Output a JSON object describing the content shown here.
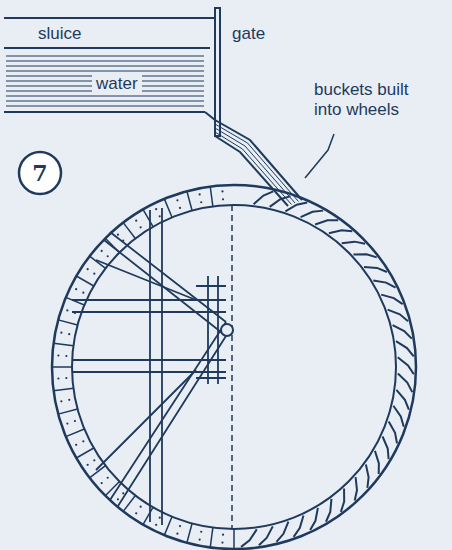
{
  "diagram": {
    "nodes": [
      {
        "text": [
          "7"
        ]
      }
    ],
    "labels": [
      "sluice",
      "gate",
      "water",
      "buckets built into wheels"
    ]
  }
}
